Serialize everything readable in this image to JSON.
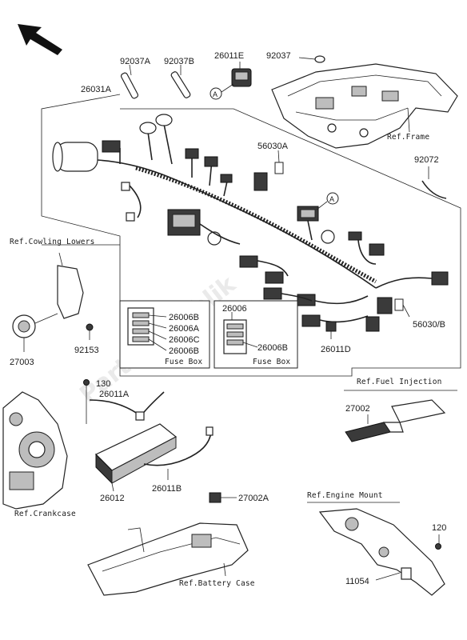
{
  "watermark": "PartsRepublik",
  "part_labels": {
    "p92037A": "92037A",
    "p92037B": "92037B",
    "p26011E": "26011E",
    "p92037": "92037",
    "p26031A": "26031A",
    "p56030A": "56030A",
    "p92072": "92072",
    "p26006_a": "26006",
    "p26006B_a": "26006B",
    "p26006A": "26006A",
    "p26006C": "26006C",
    "p26006B_b": "26006B",
    "p26006B_c": "26006B",
    "p56030B": "56030/B",
    "p26011D": "26011D",
    "p27003": "27003",
    "p92153": "92153",
    "p130": "130",
    "p26011A": "26011A",
    "p27002": "27002",
    "p26012": "26012",
    "p26011B": "26011B",
    "p27002A": "27002A",
    "p120": "120",
    "p11054": "11054"
  },
  "callouts": {
    "A1": "A",
    "A2": "A"
  },
  "references": {
    "frame": "Ref.Frame",
    "cowling": "Ref.Cowling Lowers",
    "fuel": "Ref.Fuel Injection",
    "crankcase": "Ref.Crankcase",
    "engine_mount": "Ref.Engine Mount",
    "battery": "Ref.Battery Case"
  },
  "fuse_boxes": {
    "left": "Fuse Box",
    "right": "Fuse Box"
  }
}
